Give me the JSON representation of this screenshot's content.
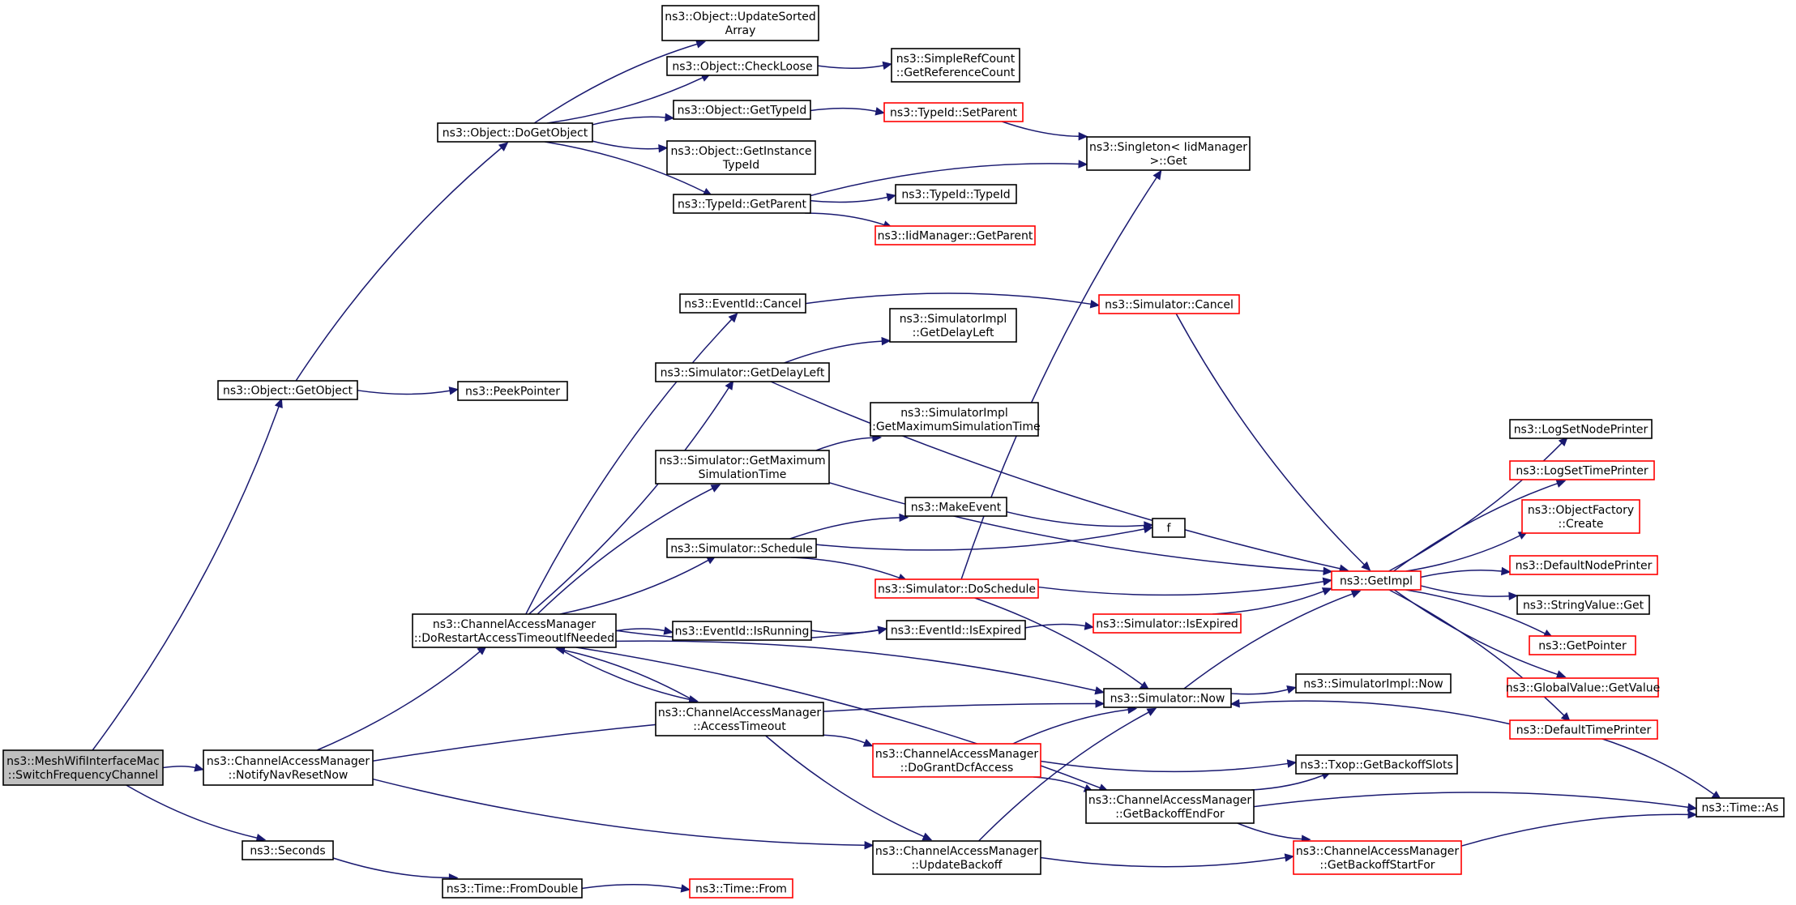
{
  "diagram": {
    "type": "call-graph",
    "nodes": [
      {
        "id": "root",
        "lines": [
          "ns3::MeshWifiInterfaceMac",
          "::SwitchFrequencyChannel"
        ],
        "style": "root"
      },
      {
        "id": "getobject",
        "lines": [
          "ns3::Object::GetObject"
        ],
        "style": "normal"
      },
      {
        "id": "dogetobject",
        "lines": [
          "ns3::Object::DoGetObject"
        ],
        "style": "normal"
      },
      {
        "id": "updatesorted",
        "lines": [
          "ns3::Object::UpdateSorted",
          "Array"
        ],
        "style": "normal"
      },
      {
        "id": "checkloose",
        "lines": [
          "ns3::Object::CheckLoose"
        ],
        "style": "normal"
      },
      {
        "id": "getrefcount",
        "lines": [
          "ns3::SimpleRefCount",
          "::GetReferenceCount"
        ],
        "style": "normal"
      },
      {
        "id": "objgettypeid",
        "lines": [
          "ns3::Object::GetTypeId"
        ],
        "style": "normal"
      },
      {
        "id": "setparent",
        "lines": [
          "ns3::TypeId::SetParent"
        ],
        "style": "red"
      },
      {
        "id": "getinstancetypeid",
        "lines": [
          "ns3::Object::GetInstance",
          "TypeId"
        ],
        "style": "normal"
      },
      {
        "id": "singletonget",
        "lines": [
          "ns3::Singleton< IidManager",
          " >::Get"
        ],
        "style": "normal"
      },
      {
        "id": "typeidgetparent",
        "lines": [
          "ns3::TypeId::GetParent"
        ],
        "style": "normal"
      },
      {
        "id": "typeidtypeid",
        "lines": [
          "ns3::TypeId::TypeId"
        ],
        "style": "normal"
      },
      {
        "id": "iidgetparent",
        "lines": [
          "ns3::IidManager::GetParent"
        ],
        "style": "red"
      },
      {
        "id": "peekpointer",
        "lines": [
          "ns3::PeekPointer"
        ],
        "style": "normal"
      },
      {
        "id": "eventcancel",
        "lines": [
          "ns3::EventId::Cancel"
        ],
        "style": "normal"
      },
      {
        "id": "simcancel",
        "lines": [
          "ns3::Simulator::Cancel"
        ],
        "style": "red"
      },
      {
        "id": "implgetdelayleft",
        "lines": [
          "ns3::SimulatorImpl",
          "::GetDelayLeft"
        ],
        "style": "normal"
      },
      {
        "id": "simgetdelayleft",
        "lines": [
          "ns3::Simulator::GetDelayLeft"
        ],
        "style": "normal"
      },
      {
        "id": "implgetmaxsim",
        "lines": [
          "ns3::SimulatorImpl",
          "::GetMaximumSimulationTime"
        ],
        "style": "normal"
      },
      {
        "id": "simgetmax",
        "lines": [
          "ns3::Simulator::GetMaximum",
          "SimulationTime"
        ],
        "style": "normal"
      },
      {
        "id": "makeevent",
        "lines": [
          "ns3::MakeEvent"
        ],
        "style": "normal"
      },
      {
        "id": "f",
        "lines": [
          "f"
        ],
        "style": "normal"
      },
      {
        "id": "simschedule",
        "lines": [
          "ns3::Simulator::Schedule"
        ],
        "style": "normal"
      },
      {
        "id": "simdoschedule",
        "lines": [
          "ns3::Simulator::DoSchedule"
        ],
        "style": "red"
      },
      {
        "id": "getimpl",
        "lines": [
          "ns3::GetImpl"
        ],
        "style": "red"
      },
      {
        "id": "domrestart",
        "lines": [
          "ns3::ChannelAccessManager",
          "::DoRestartAccessTimeoutIfNeeded"
        ],
        "style": "normal"
      },
      {
        "id": "eventisrunning",
        "lines": [
          "ns3::EventId::IsRunning"
        ],
        "style": "normal"
      },
      {
        "id": "eventisexpired",
        "lines": [
          "ns3::EventId::IsExpired"
        ],
        "style": "normal"
      },
      {
        "id": "simisexpired",
        "lines": [
          "ns3::Simulator::IsExpired"
        ],
        "style": "red"
      },
      {
        "id": "simnow",
        "lines": [
          "ns3::Simulator::Now"
        ],
        "style": "normal"
      },
      {
        "id": "implnow",
        "lines": [
          "ns3::SimulatorImpl::Now"
        ],
        "style": "normal"
      },
      {
        "id": "accesstimeout",
        "lines": [
          "ns3::ChannelAccessManager",
          "::AccessTimeout"
        ],
        "style": "normal"
      },
      {
        "id": "dogrant",
        "lines": [
          "ns3::ChannelAccessManager",
          "::DoGrantDcfAccess"
        ],
        "style": "red"
      },
      {
        "id": "notifynav",
        "lines": [
          "ns3::ChannelAccessManager",
          "::NotifyNavResetNow"
        ],
        "style": "normal"
      },
      {
        "id": "txopslots",
        "lines": [
          "ns3::Txop::GetBackoffSlots"
        ],
        "style": "normal"
      },
      {
        "id": "backoffendfor",
        "lines": [
          "ns3::ChannelAccessManager",
          "::GetBackoffEndFor"
        ],
        "style": "normal"
      },
      {
        "id": "timeas",
        "lines": [
          "ns3::Time::As"
        ],
        "style": "normal"
      },
      {
        "id": "seconds",
        "lines": [
          "ns3::Seconds"
        ],
        "style": "normal"
      },
      {
        "id": "updatebackoff",
        "lines": [
          "ns3::ChannelAccessManager",
          "::UpdateBackoff"
        ],
        "style": "normal"
      },
      {
        "id": "backoffstartfor",
        "lines": [
          "ns3::ChannelAccessManager",
          "::GetBackoffStartFor"
        ],
        "style": "red"
      },
      {
        "id": "fromdouble",
        "lines": [
          "ns3::Time::FromDouble"
        ],
        "style": "normal"
      },
      {
        "id": "timefrom",
        "lines": [
          "ns3::Time::From"
        ],
        "style": "red"
      },
      {
        "id": "lognodeprinter",
        "lines": [
          "ns3::LogSetNodePrinter"
        ],
        "style": "normal"
      },
      {
        "id": "logtimeprinter",
        "lines": [
          "ns3::LogSetTimePrinter"
        ],
        "style": "red"
      },
      {
        "id": "objfactorycreate",
        "lines": [
          "ns3::ObjectFactory",
          "::Create"
        ],
        "style": "red"
      },
      {
        "id": "defaultnodeprinter",
        "lines": [
          "ns3::DefaultNodePrinter"
        ],
        "style": "red"
      },
      {
        "id": "stringvalueget",
        "lines": [
          "ns3::StringValue::Get"
        ],
        "style": "normal"
      },
      {
        "id": "getpointer",
        "lines": [
          "ns3::GetPointer"
        ],
        "style": "red"
      },
      {
        "id": "globalvaluegetvalue",
        "lines": [
          "ns3::GlobalValue::GetValue"
        ],
        "style": "red"
      },
      {
        "id": "defaulttimeprinter",
        "lines": [
          "ns3::DefaultTimePrinter"
        ],
        "style": "red"
      }
    ],
    "edges": [
      [
        "root",
        "getobject"
      ],
      [
        "root",
        "notifynav"
      ],
      [
        "root",
        "seconds"
      ],
      [
        "getobject",
        "dogetobject"
      ],
      [
        "getobject",
        "peekpointer"
      ],
      [
        "dogetobject",
        "updatesorted"
      ],
      [
        "dogetobject",
        "checkloose"
      ],
      [
        "dogetobject",
        "objgettypeid"
      ],
      [
        "dogetobject",
        "getinstancetypeid"
      ],
      [
        "dogetobject",
        "typeidgetparent"
      ],
      [
        "checkloose",
        "getrefcount"
      ],
      [
        "objgettypeid",
        "setparent"
      ],
      [
        "setparent",
        "singletonget"
      ],
      [
        "typeidgetparent",
        "singletonget"
      ],
      [
        "typeidgetparent",
        "typeidtypeid"
      ],
      [
        "typeidgetparent",
        "iidgetparent"
      ],
      [
        "notifynav",
        "domrestart"
      ],
      [
        "notifynav",
        "simnow"
      ],
      [
        "notifynav",
        "updatebackoff"
      ],
      [
        "domrestart",
        "eventcancel"
      ],
      [
        "domrestart",
        "simgetdelayleft"
      ],
      [
        "domrestart",
        "simgetmax"
      ],
      [
        "domrestart",
        "simschedule"
      ],
      [
        "domrestart",
        "eventisrunning"
      ],
      [
        "domrestart",
        "eventisexpired"
      ],
      [
        "domrestart",
        "simnow"
      ],
      [
        "domrestart",
        "accesstimeout"
      ],
      [
        "domrestart",
        "backoffendfor"
      ],
      [
        "accesstimeout",
        "domrestart"
      ],
      [
        "accesstimeout",
        "dogrant"
      ],
      [
        "accesstimeout",
        "updatebackoff"
      ],
      [
        "eventcancel",
        "simcancel"
      ],
      [
        "simcancel",
        "getimpl"
      ],
      [
        "simgetdelayleft",
        "implgetdelayleft"
      ],
      [
        "simgetdelayleft",
        "getimpl"
      ],
      [
        "simgetmax",
        "implgetmaxsim"
      ],
      [
        "simgetmax",
        "getimpl"
      ],
      [
        "simschedule",
        "makeevent"
      ],
      [
        "simschedule",
        "f"
      ],
      [
        "simschedule",
        "simdoschedule"
      ],
      [
        "makeevent",
        "f"
      ],
      [
        "simdoschedule",
        "singletonget"
      ],
      [
        "simdoschedule",
        "getimpl"
      ],
      [
        "simdoschedule",
        "simnow"
      ],
      [
        "eventisrunning",
        "eventisexpired"
      ],
      [
        "eventisexpired",
        "simisexpired"
      ],
      [
        "simisexpired",
        "getimpl"
      ],
      [
        "simnow",
        "getimpl"
      ],
      [
        "simnow",
        "implnow"
      ],
      [
        "dogrant",
        "simnow"
      ],
      [
        "dogrant",
        "txopslots"
      ],
      [
        "dogrant",
        "backoffendfor"
      ],
      [
        "backoffendfor",
        "txopslots"
      ],
      [
        "backoffendfor",
        "timeas"
      ],
      [
        "backoffendfor",
        "backoffstartfor"
      ],
      [
        "updatebackoff",
        "simnow"
      ],
      [
        "updatebackoff",
        "backoffstartfor"
      ],
      [
        "backoffstartfor",
        "timeas"
      ],
      [
        "seconds",
        "fromdouble"
      ],
      [
        "fromdouble",
        "timefrom"
      ],
      [
        "getimpl",
        "lognodeprinter"
      ],
      [
        "getimpl",
        "logtimeprinter"
      ],
      [
        "getimpl",
        "objfactorycreate"
      ],
      [
        "getimpl",
        "defaultnodeprinter"
      ],
      [
        "getimpl",
        "stringvalueget"
      ],
      [
        "getimpl",
        "getpointer"
      ],
      [
        "getimpl",
        "globalvaluegetvalue"
      ],
      [
        "getimpl",
        "defaulttimeprinter"
      ],
      [
        "defaulttimeprinter",
        "simnow"
      ],
      [
        "defaulttimeprinter",
        "timeas"
      ]
    ],
    "colors": {
      "edge": "#191970",
      "border_normal": "#000000",
      "border_red": "#ff0000",
      "root_fill": "#bfbfbf"
    }
  }
}
